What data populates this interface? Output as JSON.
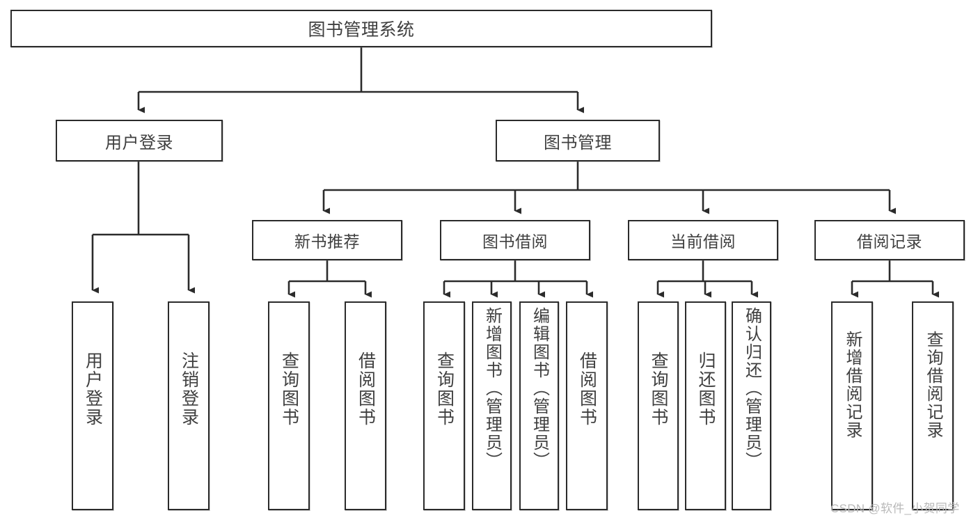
{
  "diagram": {
    "type": "tree",
    "title": "图书管理系统",
    "watermark": "CSDN @软件_小贺同学",
    "colors": {
      "background": "#ffffff",
      "border": "#2b2b2b",
      "text": "#3f3f3f",
      "connector": "#2b2b2b",
      "watermark": "#b9b9b9"
    },
    "root": {
      "label": "图书管理系统"
    },
    "level2": [
      {
        "id": "user-login",
        "label": "用户登录"
      },
      {
        "id": "book-manage",
        "label": "图书管理"
      }
    ],
    "level3": [
      {
        "id": "new-book-recommend",
        "label": "新书推荐",
        "parent": "book-manage"
      },
      {
        "id": "book-borrow",
        "label": "图书借阅",
        "parent": "book-manage"
      },
      {
        "id": "current-borrow",
        "label": "当前借阅",
        "parent": "book-manage"
      },
      {
        "id": "borrow-record",
        "label": "借阅记录",
        "parent": "book-manage"
      }
    ],
    "leaves": [
      {
        "id": "leaf-user-login",
        "label": "用户登录",
        "parent": "user-login"
      },
      {
        "id": "leaf-logout",
        "label": "注销登录",
        "parent": "user-login"
      },
      {
        "id": "leaf-query-book-1",
        "label": "查询图书",
        "parent": "new-book-recommend"
      },
      {
        "id": "leaf-borrow-book-1",
        "label": "借阅图书",
        "parent": "new-book-recommend"
      },
      {
        "id": "leaf-query-book-2",
        "label": "查询图书",
        "parent": "book-borrow"
      },
      {
        "id": "leaf-add-book",
        "label": "新增图书（管理员）",
        "parent": "book-borrow"
      },
      {
        "id": "leaf-edit-book",
        "label": "编辑图书（管理员）",
        "parent": "book-borrow"
      },
      {
        "id": "leaf-borrow-book-2",
        "label": "借阅图书",
        "parent": "book-borrow"
      },
      {
        "id": "leaf-query-book-3",
        "label": "查询图书",
        "parent": "current-borrow"
      },
      {
        "id": "leaf-return-book",
        "label": "归还图书",
        "parent": "current-borrow"
      },
      {
        "id": "leaf-confirm-return",
        "label": "确认归还（管理员）",
        "parent": "current-borrow"
      },
      {
        "id": "leaf-add-record",
        "label": "新增借阅记录",
        "parent": "borrow-record"
      },
      {
        "id": "leaf-query-record",
        "label": "查询借阅记录",
        "parent": "borrow-record"
      }
    ]
  }
}
